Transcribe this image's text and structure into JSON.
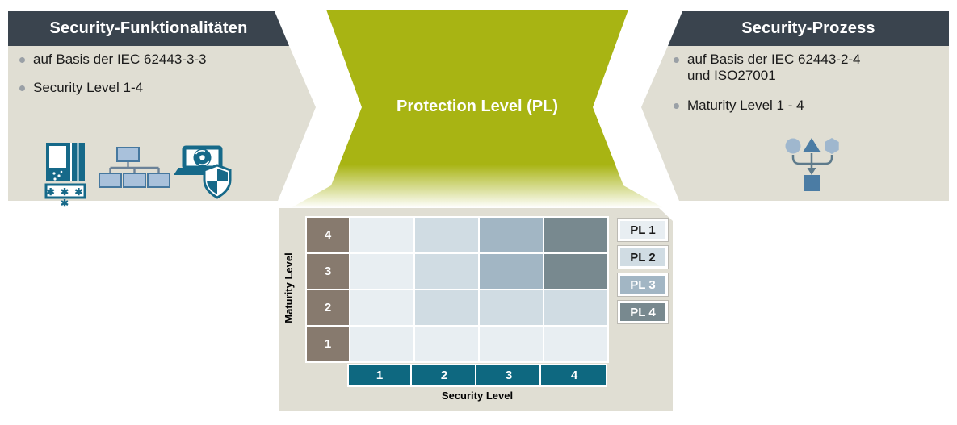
{
  "left_panel": {
    "title": "Security-Funktionalitäten",
    "bullets": [
      "auf Basis der IEC 62443-3-3",
      "Security Level 1-4"
    ],
    "icons": [
      {
        "name": "plc-password-icon",
        "stars": "✱ ✱ ✱ ✱"
      },
      {
        "name": "network-topology-icon"
      },
      {
        "name": "laptop-disc-shield-icon"
      }
    ]
  },
  "center": {
    "title": "Protection Level (PL)"
  },
  "right_panel": {
    "title": "Security-Prozess",
    "bullets": [
      "auf Basis der IEC 62443-2-4 und ISO27001",
      "Maturity Level 1 - 4"
    ],
    "icons": [
      {
        "name": "convergence-icon"
      }
    ]
  },
  "matrix": {
    "y_axis_label": "Maturity Level",
    "x_axis_label": "Security Level",
    "maturity_levels": [
      "4",
      "3",
      "2",
      "1"
    ],
    "security_levels": [
      "1",
      "2",
      "3",
      "4"
    ],
    "cells": [
      [
        "PL1",
        "PL2",
        "PL3",
        "PL4"
      ],
      [
        "PL1",
        "PL2",
        "PL3",
        "PL4"
      ],
      [
        "PL1",
        "PL2",
        "PL2",
        "PL2"
      ],
      [
        "PL1",
        "PL1",
        "PL1",
        "PL1"
      ]
    ],
    "pl_colors": {
      "PL1": "#E8EEF2",
      "PL2": "#D0DCE3",
      "PL3": "#A2B6C4",
      "PL4": "#78898F"
    },
    "legend": [
      {
        "label": "PL 1",
        "key": "PL1",
        "text_color": "#1a1a1a"
      },
      {
        "label": "PL 2",
        "key": "PL2",
        "text_color": "#1a1a1a"
      },
      {
        "label": "PL 3",
        "key": "PL3",
        "text_color": "#ffffff"
      },
      {
        "label": "PL 4",
        "key": "PL4",
        "text_color": "#ffffff"
      }
    ]
  },
  "colors": {
    "header_bar": "#3A444E",
    "panel_bg": "#E0DED3",
    "accent_green": "#A8B413",
    "teal": "#0E6880",
    "row_header_brown": "#877A6E",
    "icon_teal": "#166989",
    "icon_light_blue": "#A9C1DB",
    "icon_steel_blue": "#4B7CA4",
    "icon_line_gray": "#5D7A8B"
  }
}
